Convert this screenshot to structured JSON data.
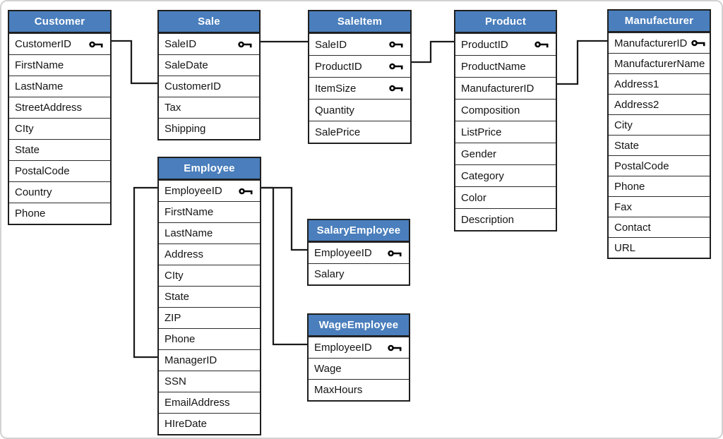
{
  "diagram": {
    "type": "entity-relationship",
    "colors": {
      "header_bg": "#4a7ebc",
      "header_text": "#ffffff",
      "border": "#1f1f1f",
      "connector": "#1a1a1a"
    },
    "key_icon": "primary-key-icon"
  },
  "tables": [
    {
      "id": "customer",
      "name": "Customer",
      "fields": [
        {
          "label": "CustomerID",
          "key": true
        },
        {
          "label": "FirstName"
        },
        {
          "label": "LastName"
        },
        {
          "label": "StreetAddress"
        },
        {
          "label": "CIty"
        },
        {
          "label": "State"
        },
        {
          "label": "PostalCode"
        },
        {
          "label": "Country"
        },
        {
          "label": "Phone"
        }
      ]
    },
    {
      "id": "sale",
      "name": "Sale",
      "fields": [
        {
          "label": "SaleID",
          "key": true
        },
        {
          "label": "SaleDate"
        },
        {
          "label": "CustomerID"
        },
        {
          "label": "Tax"
        },
        {
          "label": "Shipping"
        }
      ]
    },
    {
      "id": "saleitem",
      "name": "SaleItem",
      "fields": [
        {
          "label": "SaleID",
          "key": true
        },
        {
          "label": "ProductID",
          "key": true
        },
        {
          "label": "ItemSize",
          "key": true
        },
        {
          "label": "Quantity"
        },
        {
          "label": "SalePrice"
        }
      ]
    },
    {
      "id": "product",
      "name": "Product",
      "fields": [
        {
          "label": "ProductID",
          "key": true
        },
        {
          "label": "ProductName"
        },
        {
          "label": "ManufacturerID"
        },
        {
          "label": "Composition"
        },
        {
          "label": "ListPrice"
        },
        {
          "label": "Gender"
        },
        {
          "label": "Category"
        },
        {
          "label": "Color"
        },
        {
          "label": "Description"
        }
      ]
    },
    {
      "id": "manufacturer",
      "name": "Manufacturer",
      "fields": [
        {
          "label": "ManufacturerID",
          "key": true
        },
        {
          "label": "ManufacturerName"
        },
        {
          "label": "Address1"
        },
        {
          "label": "Address2"
        },
        {
          "label": "City"
        },
        {
          "label": "State"
        },
        {
          "label": "PostalCode"
        },
        {
          "label": "Phone"
        },
        {
          "label": "Fax"
        },
        {
          "label": "Contact"
        },
        {
          "label": "URL"
        }
      ]
    },
    {
      "id": "employee",
      "name": "Employee",
      "fields": [
        {
          "label": "EmployeeID",
          "key": true
        },
        {
          "label": "FirstName"
        },
        {
          "label": "LastName"
        },
        {
          "label": "Address"
        },
        {
          "label": "CIty"
        },
        {
          "label": "State"
        },
        {
          "label": "ZIP"
        },
        {
          "label": "Phone"
        },
        {
          "label": "ManagerID"
        },
        {
          "label": "SSN"
        },
        {
          "label": "EmailAddress"
        },
        {
          "label": "HIreDate"
        }
      ]
    },
    {
      "id": "salaryemployee",
      "name": "SalaryEmployee",
      "fields": [
        {
          "label": "EmployeeID",
          "key": true
        },
        {
          "label": "Salary"
        }
      ]
    },
    {
      "id": "wageemployee",
      "name": "WageEmployee",
      "fields": [
        {
          "label": "EmployeeID",
          "key": true
        },
        {
          "label": "Wage"
        },
        {
          "label": "MaxHours"
        }
      ]
    }
  ],
  "relationships": [
    {
      "from": "Customer.CustomerID",
      "to": "Sale.CustomerID"
    },
    {
      "from": "Sale.SaleID",
      "to": "SaleItem.SaleID"
    },
    {
      "from": "SaleItem.ProductID",
      "to": "Product.ProductID"
    },
    {
      "from": "Product.ManufacturerID",
      "to": "Manufacturer.ManufacturerID"
    },
    {
      "from": "Employee.EmployeeID",
      "to": "Employee.ManagerID"
    },
    {
      "from": "Employee.EmployeeID",
      "to": "SalaryEmployee.EmployeeID"
    },
    {
      "from": "Employee.EmployeeID",
      "to": "WageEmployee.EmployeeID"
    }
  ]
}
